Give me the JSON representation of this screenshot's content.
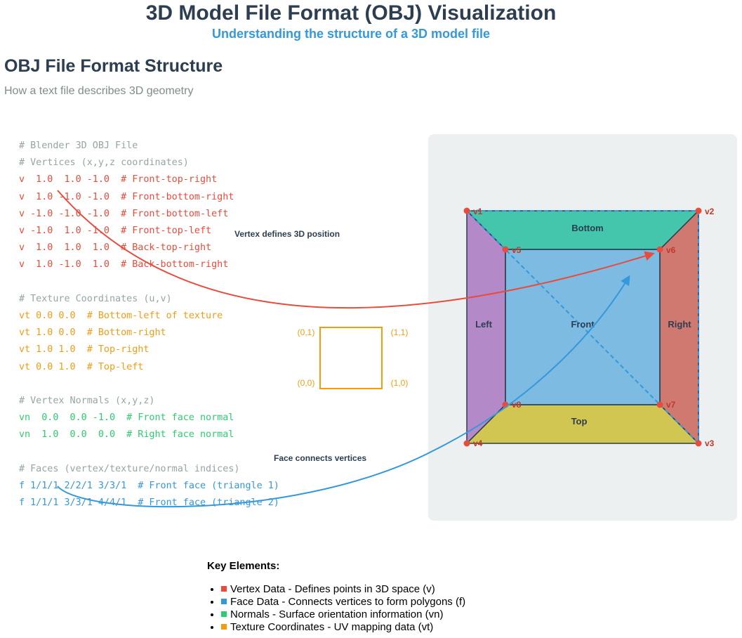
{
  "header": {
    "title": "3D Model File Format (OBJ) Visualization",
    "subtitle": "Understanding the structure of a 3D model file"
  },
  "section": {
    "title": "OBJ File Format Structure",
    "subtitle": "How a text file describes 3D geometry"
  },
  "code": {
    "header_comment": "# Blender 3D OBJ File",
    "vertices_comment": "# Vertices (x,y,z coordinates)",
    "vertices": [
      "v  1.0  1.0 -1.0  # Front-top-right",
      "v  1.0 -1.0 -1.0  # Front-bottom-right",
      "v -1.0 -1.0 -1.0  # Front-bottom-left",
      "v -1.0  1.0 -1.0  # Front-top-left",
      "v  1.0  1.0  1.0  # Back-top-right",
      "v  1.0 -1.0  1.0  # Back-bottom-right"
    ],
    "texture_comment": "# Texture Coordinates (u,v)",
    "textures": [
      "vt 0.0 0.0  # Bottom-left of texture",
      "vt 1.0 0.0  # Bottom-right",
      "vt 1.0 1.0  # Top-right",
      "vt 0.0 1.0  # Top-left"
    ],
    "normals_comment": "# Vertex Normals (x,y,z)",
    "normals": [
      "vn  0.0  0.0 -1.0  # Front face normal",
      "vn  1.0  0.0  0.0  # Right face normal"
    ],
    "faces_comment": "# Faces (vertex/texture/normal indices)",
    "faces": [
      "f 1/1/1 2/2/1 3/3/1  # Front face (triangle 1)",
      "f 1/1/1 3/3/1 4/4/1  # Front face (triangle 2)"
    ]
  },
  "uv_square": {
    "top_left": "(0,1)",
    "top_right": "(1,1)",
    "bottom_left": "(0,0)",
    "bottom_right": "(1,0)"
  },
  "annotations": {
    "vertex": "Vertex defines 3D position",
    "face": "Face connects vertices"
  },
  "cube": {
    "faces": {
      "bottom": "Bottom",
      "left": "Left",
      "front": "Front",
      "right": "Right",
      "top": "Top"
    },
    "vertices": [
      "v1",
      "v2",
      "v3",
      "v4",
      "v5",
      "v6",
      "v7",
      "v8"
    ]
  },
  "key": {
    "title": "Key Elements:",
    "items": [
      {
        "text": "Vertex Data - Defines points in 3D space (v)",
        "color": "#e74c3c"
      },
      {
        "text": "Face Data - Connects vertices to form polygons (f)",
        "color": "#3498db"
      },
      {
        "text": "Normals - Surface orientation information (vn)",
        "color": "#2ecc71"
      },
      {
        "text": "Texture Coordinates - UV mapping data (vt)",
        "color": "#f39c12"
      }
    ]
  },
  "colors": {
    "vertex": "#e74c3c",
    "texture": "#f39c12",
    "normal": "#2ecc71",
    "face": "#3498db",
    "comment": "#95a5a6",
    "face_bottom": "#1abc9c",
    "face_left": "#8e44ad",
    "face_front": "#3498db",
    "face_right": "#c0392b",
    "face_top": "#c9b81e"
  }
}
